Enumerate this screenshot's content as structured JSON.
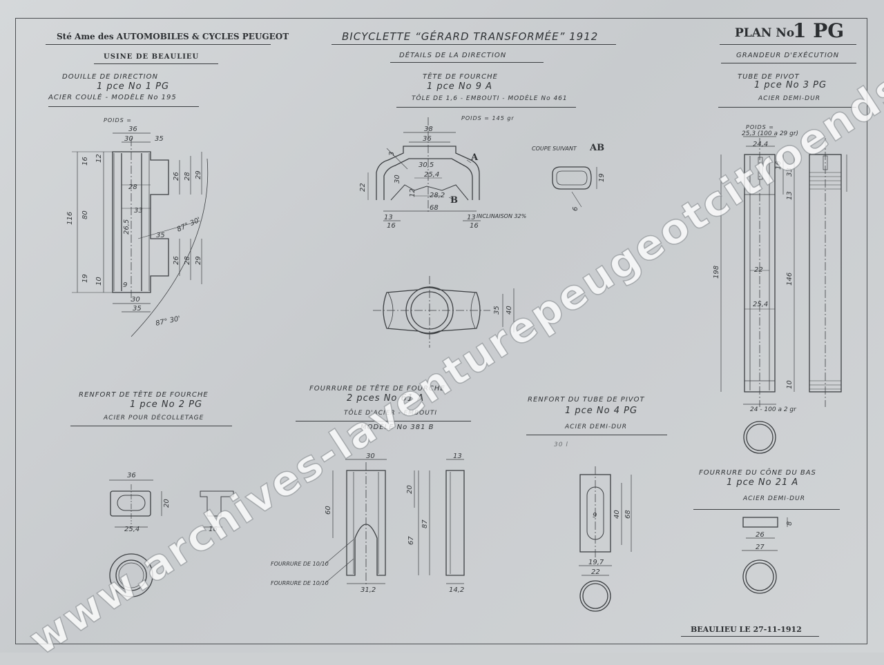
{
  "header": {
    "company": "Sté Ame des AUTOMOBILES & CYCLES PEUGEOT",
    "factory": "USINE DE BEAULIEU",
    "title": "BICYCLETTE “GÉRARD TRANSFORMÉE” 1912",
    "subtitle": "DÉTAILS DE LA DIRECTION",
    "plan_prefix": "PLAN No",
    "plan_number": "1 PG",
    "plan_subtitle": "GRANDEUR D'EXÉCUTION"
  },
  "parts": {
    "douille": {
      "name": "DOUILLE DE DIRECTION",
      "qty": "1 pce No 1 PG",
      "material": "ACIER COULÉ - MODÈLE No 195",
      "weight_label": "POIDS ="
    },
    "tete_fourche": {
      "name": "TÊTE DE FOURCHE",
      "qty": "1 pce No 9 A",
      "material": "TÔLE DE 1,6 - EMBOUTI - MODÈLE No 461",
      "weight_label": "POIDS = 145 gr"
    },
    "tube_pivot": {
      "name": "TUBE DE PIVOT",
      "qty": "1 pce No 3 PG",
      "material": "ACIER DEMI-DUR",
      "weight_label": "POIDS ="
    },
    "renfort_tete": {
      "name": "RENFORT DE TÊTE DE FOURCHE",
      "qty": "1 pce No 2 PG",
      "material": "ACIER POUR DÉCOLLETAGE"
    },
    "fourrure_tete": {
      "name": "FOURRURE DE TÊTE DE FOURCHE",
      "qty": "2 pces No 61 A",
      "material": "TÔLE D'ACIER - EMBOUTI",
      "model": "MODÈLE No 381 B"
    },
    "renfort_tube": {
      "name": "RENFORT DU TUBE DE PIVOT",
      "qty": "1 pce No 4 PG",
      "material": "ACIER DEMI-DUR"
    },
    "fourrure_cone": {
      "name": "FOURRURE DU CÔNE DU BAS",
      "qty": "1 pce No 21 A",
      "material": "ACIER DEMI-DUR"
    }
  },
  "section": {
    "label": "COUPE SUIVANT",
    "letters": "AB",
    "A": "A",
    "B": "B",
    "inclinaison": "INCLINAISON 32%"
  },
  "notes": {
    "fourrure_note_1": "FOURRURE DE 10/10",
    "fourrure_note_2": "FOURRURE DE 10/10",
    "tube_top": "25,3 (100 a 29 gr)",
    "tube_bottom": "24 - 100 a 2 gr",
    "angle": "87° 30'",
    "stray": "30 l"
  },
  "dims": {
    "d1": {
      "w36": "36",
      "w30": "30",
      "w35": "35",
      "h116": "116",
      "h80": "80",
      "h16": "16",
      "h19": "19",
      "d28": "28",
      "d33": "33",
      "d26": "26",
      "d12": "12",
      "d10": "10",
      "d9": "9",
      "d26_5": "26,5",
      "b30": "30",
      "b35": "35",
      "r28": "28",
      "r29": "29",
      "r26": "26"
    },
    "d2": {
      "w38": "38",
      "w36": "36",
      "h30": "30,5",
      "w254": "25,4",
      "w282": "28,2",
      "w68": "68",
      "w13": "13",
      "w16": "16",
      "h22": "22",
      "h13": "13",
      "w16b": "16",
      "d35": "35",
      "d40": "40",
      "d12": "12",
      "d3": "3",
      "d30": "30"
    },
    "d3": {
      "h19": "19",
      "d6": "6"
    },
    "d4": {
      "w244": "24,4",
      "h198": "198",
      "h146": "146",
      "h33": "33",
      "h13": "13",
      "d22": "22",
      "d254": "25,4",
      "h10": "10",
      "h16": "16"
    },
    "d5": {
      "w36": "36",
      "w254": "25,4",
      "w16": "16",
      "h20": "20"
    },
    "d6": {
      "w30": "30",
      "w13": "13",
      "h60": "60",
      "h20": "20",
      "h67": "67",
      "h87": "87",
      "w312": "31,2",
      "w142": "14,2"
    },
    "d7": {
      "h40": "40",
      "h68": "68",
      "w197": "19,7",
      "w22": "22",
      "d9": "9"
    },
    "d8": {
      "w26": "26",
      "w27": "27",
      "h8": "8"
    }
  },
  "footer": {
    "place_date": "BEAULIEU LE 27-11-1912"
  },
  "watermark": {
    "text": "www.archives-laventurepeugeotcitroends.com"
  }
}
